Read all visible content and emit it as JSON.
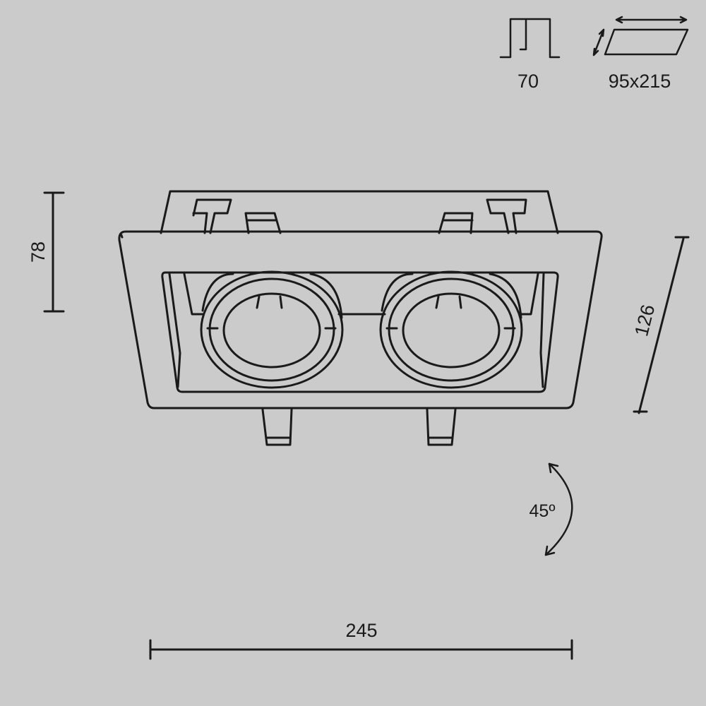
{
  "specs": {
    "depth_label": "70",
    "cutout_label": "95x215",
    "depth_icon": "recess-depth-icon",
    "cutout_icon": "cutout-size-icon"
  },
  "dimensions": {
    "height": "78",
    "depth": "126",
    "width": "245",
    "tilt_angle": "45º"
  },
  "colors": {
    "background": "#cbcbcb",
    "line": "#1a1a1a"
  }
}
